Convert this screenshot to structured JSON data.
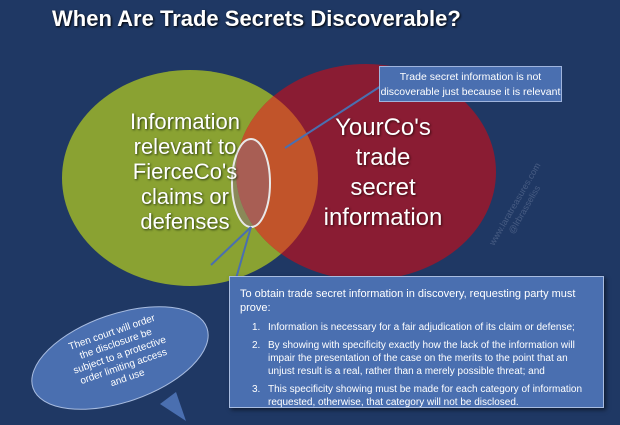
{
  "title": "When Are Trade Secrets Discoverable?",
  "venn": {
    "left": {
      "lines": [
        "Information",
        "relevant to",
        "FierceCo's",
        "claims or",
        "defenses"
      ],
      "color": "#8aa232"
    },
    "right": {
      "lines": [
        "YourCo's",
        "trade",
        "secret",
        "information"
      ],
      "color": "#8a1c33"
    },
    "overlap_color": "#c1542a"
  },
  "callout_top": {
    "lines": [
      "Trade secret information is not",
      "discoverable just because it is relevant"
    ]
  },
  "info_box": {
    "heading": "To obtain trade secret information in discovery, requesting party must prove:",
    "items": [
      {
        "num": "1.",
        "text": "Information is necessary for a fair adjudication of its claim or defense;"
      },
      {
        "num": "2.",
        "text": "By showing with specificity exactly how the lack of the information will impair the presentation of the case on the merits to the point that an unjust result is a real, rather than a merely possible threat; and"
      },
      {
        "num": "3.",
        "text": "This specificity showing must be made for each category of information requested, otherwise, that category will not be disclosed."
      }
    ]
  },
  "speech_bubble": {
    "lines": [
      "Then court will order",
      "the disclosure be",
      "subject to a protective",
      "order limiting access",
      "and use"
    ]
  },
  "watermark": {
    "lines": [
      "www.laratreasures.com",
      "@lrbrasseliss"
    ]
  },
  "colors": {
    "background": "#1f3864",
    "callout": "#4a6fb0",
    "ellipse_stroke": "#e8e8e8"
  }
}
